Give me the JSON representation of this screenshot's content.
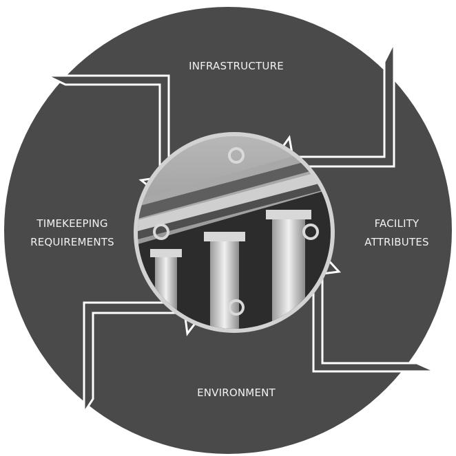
{
  "diagram": {
    "labels": {
      "top": "INFRASTRUCTURE",
      "right_line1": "FACILITY",
      "right_line2": "ATTRIBUTES",
      "bottom": "ENVIRONMENT",
      "left_line1": "TIMEKEEPING",
      "left_line2": "REQUIREMENTS"
    },
    "colors": {
      "disc": "#4a4a4a",
      "arrow_outline": "#ffffff",
      "ring": "#cfcfcf",
      "center_photo_tone": "#8a8a8a"
    },
    "center_image": "building-columns-photo"
  }
}
